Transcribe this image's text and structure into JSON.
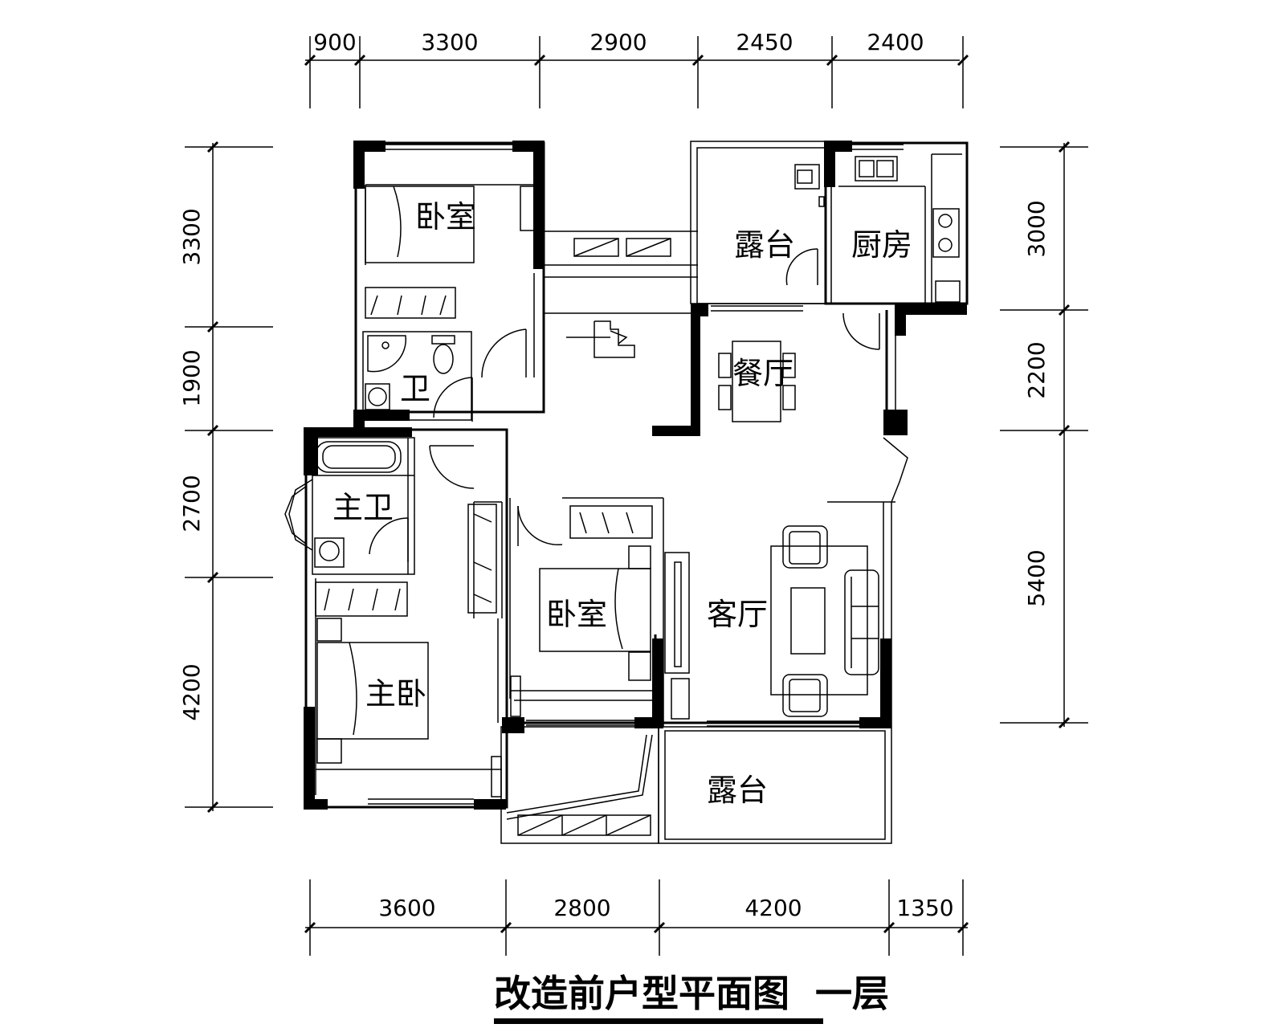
{
  "dimensions": {
    "top": [
      "900",
      "3300",
      "2900",
      "2450",
      "2400"
    ],
    "bottom": [
      "3600",
      "2800",
      "4200",
      "1350"
    ],
    "left": [
      "3300",
      "1900",
      "2700",
      "4200"
    ],
    "right": [
      "3000",
      "2200",
      "5400"
    ]
  },
  "rooms": {
    "bedroom_top": "卧室",
    "bath_small": "卫",
    "master_bath": "主卫",
    "terrace_top": "露台",
    "kitchen": "厨房",
    "dining": "餐厅",
    "bedroom_mid": "卧室",
    "living": "客厅",
    "master_bedroom": "主卧",
    "terrace_bottom": "露台"
  },
  "title": "改造前户型平面图  一层"
}
